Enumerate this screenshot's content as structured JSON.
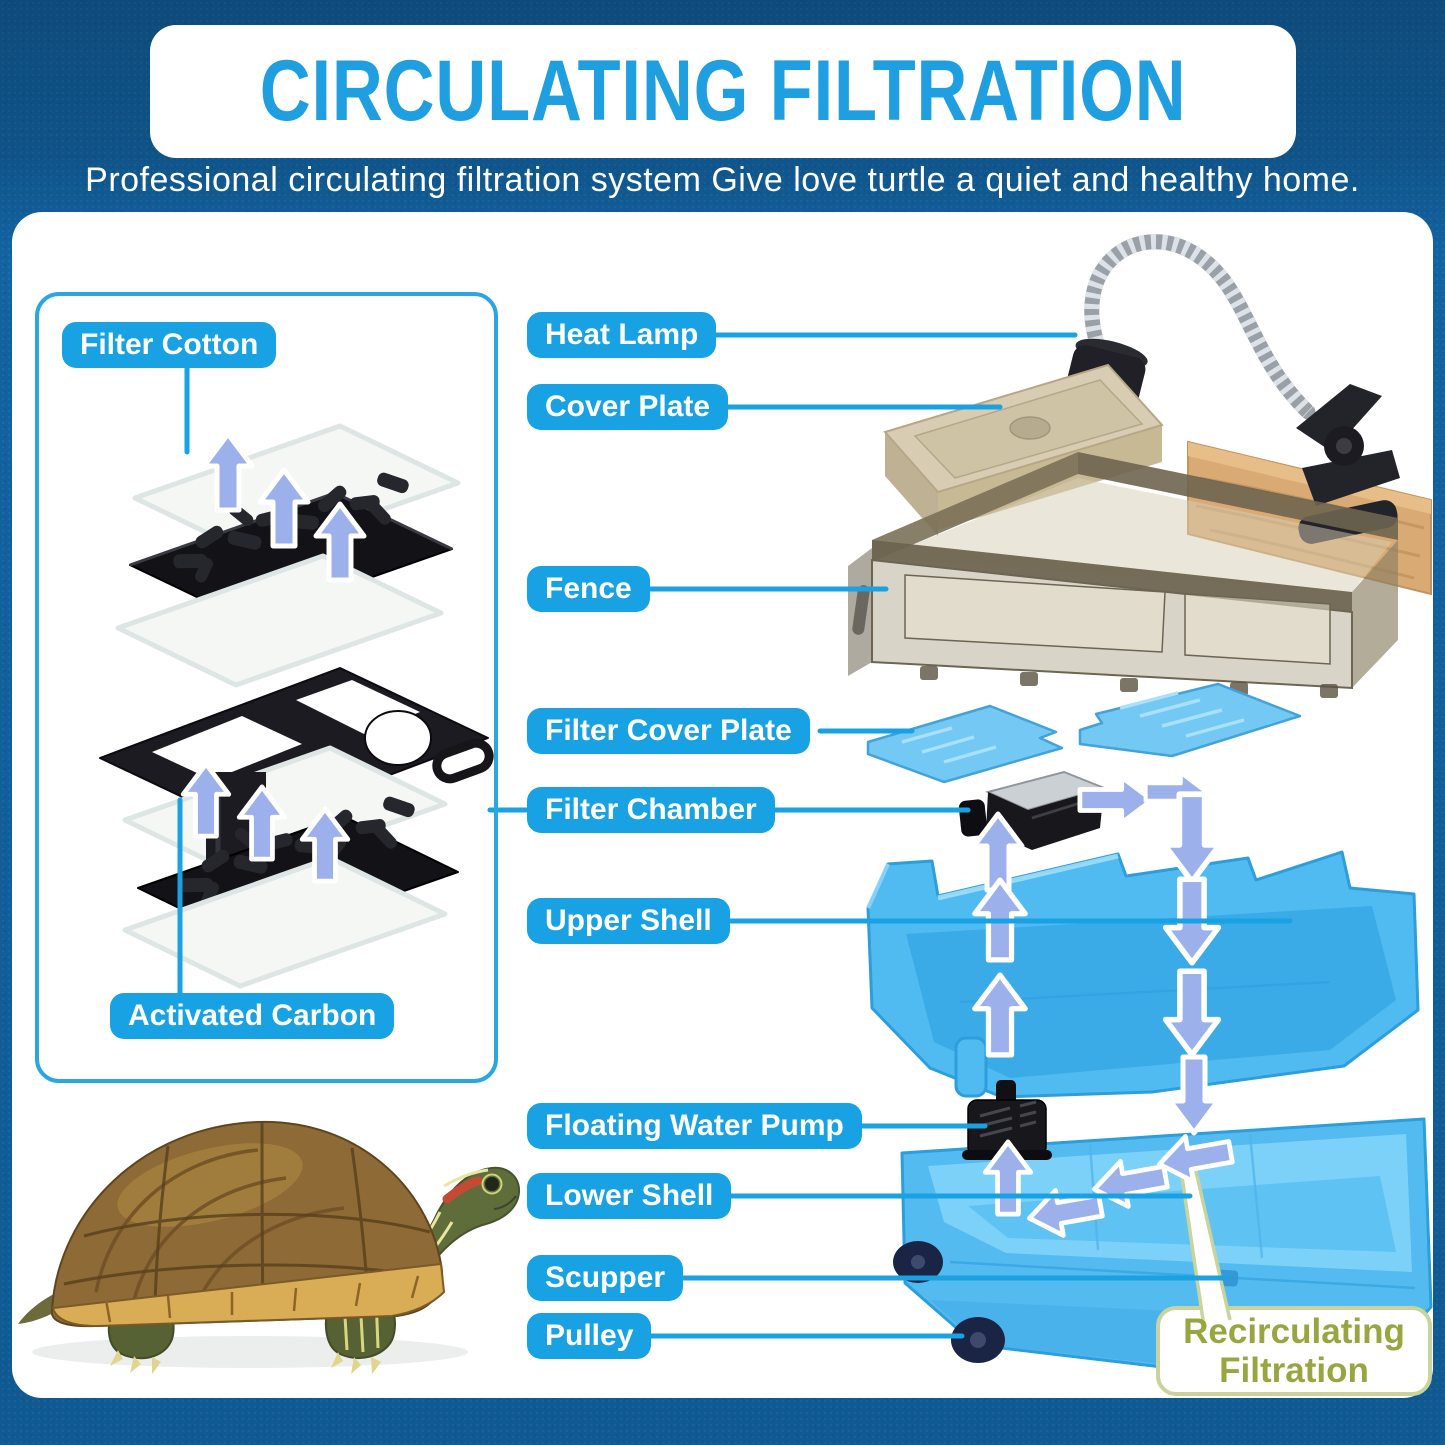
{
  "header": {
    "title": "CIRCULATING FILTRATION",
    "subtitle": "Professional circulating filtration system Give love turtle a quiet and healthy home."
  },
  "filter_box": {
    "filter_cotton": "Filter Cotton",
    "activated_carbon": "Activated Carbon"
  },
  "part_labels": {
    "heat_lamp": "Heat Lamp",
    "cover_plate": "Cover Plate",
    "fence": "Fence",
    "filter_cover_plate": "Filter Cover Plate",
    "filter_chamber": "Filter Chamber",
    "upper_shell": "Upper Shell",
    "floating_water_pump": "Floating Water Pump",
    "lower_shell": "Lower Shell",
    "scupper": "Scupper",
    "pulley": "Pulley"
  },
  "callout": {
    "line1": "Recirculating",
    "line2": "Filtration"
  },
  "colors": {
    "label_bg": "#18a2e3",
    "leader_line": "#18a2e3",
    "title_blue": "#1f9fe0",
    "box_border": "#2aa7e2",
    "background_blue": "#1263a1",
    "panel_white": "#ffffff",
    "arrow_fill": "#9cb1ec",
    "callout_text": "#99a63f",
    "callout_border": "#c9d39c",
    "shell_blue": "#50bbf1",
    "fence_brown": "#7b7158",
    "wood_tan": "#d9aa74"
  }
}
